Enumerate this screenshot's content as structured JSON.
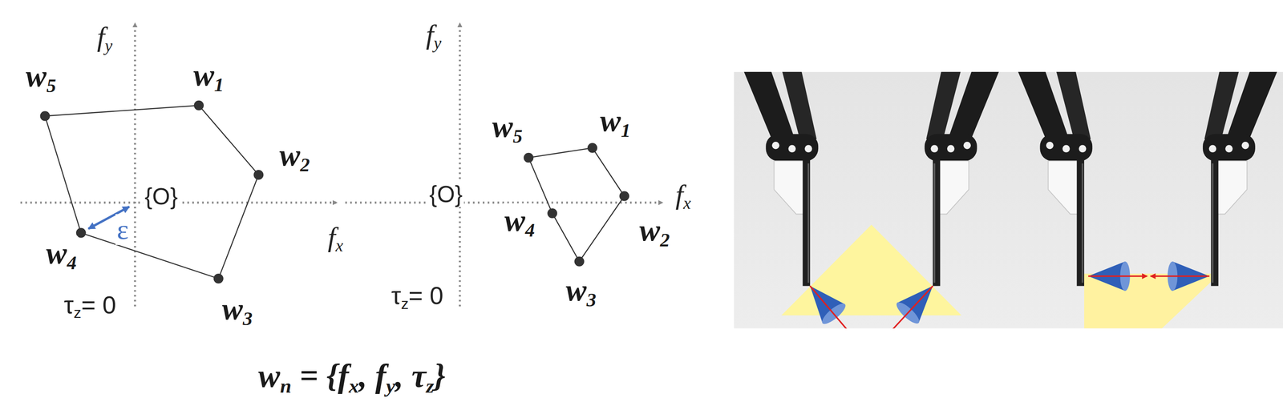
{
  "diagram": {
    "labels": [
      "fy",
      "w5",
      "w1",
      "w2",
      "{O}",
      "ε",
      "fx",
      "w4",
      "τz= 0",
      "w3",
      "fy",
      "w5",
      "w1",
      "{O}",
      "fx",
      "w4",
      "w2",
      "w3",
      "τz= 0",
      "wn = {fx, fy, τz}"
    ]
  }
}
